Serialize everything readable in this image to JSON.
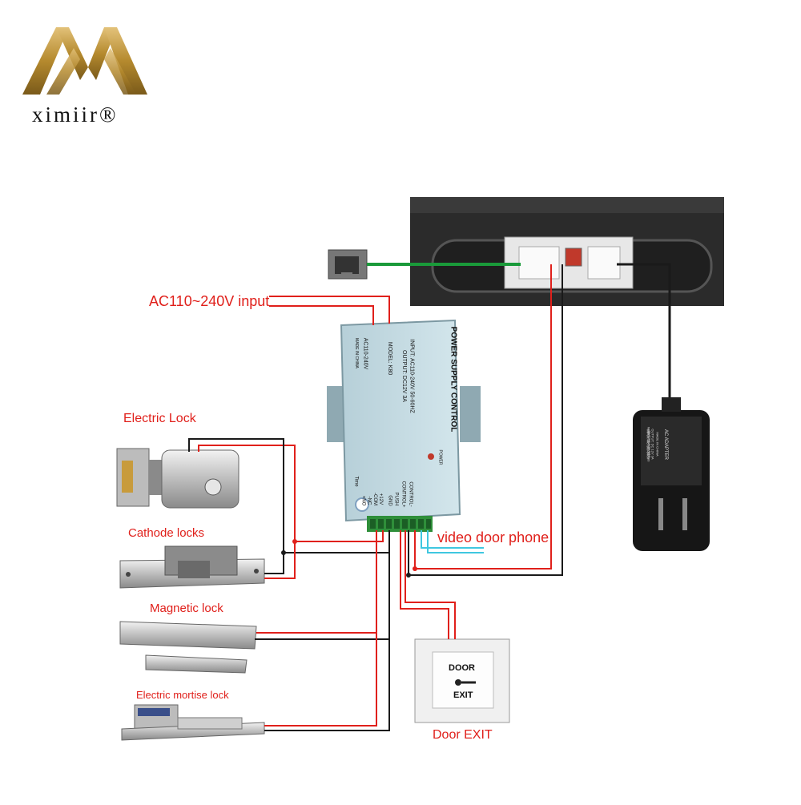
{
  "brand": {
    "name": "ximiir®"
  },
  "labels": {
    "ac_input": "AC110~240V input",
    "electric_lock": "Electric Lock",
    "cathode_locks": "Cathode locks",
    "magnetic_lock": "Magnetic lock",
    "electric_mortise_lock": "Electric mortise lock",
    "video_door_phone": "video door phone",
    "door_exit": "Door EXIT"
  },
  "power_supply": {
    "title": "POWER SUPPLY CONTROL",
    "input": "INPUT: AC110-240V 50-60HZ",
    "output": "OUTPUT: DC12V 3A",
    "model": "MODEL: K80",
    "ac_label": "AC110-240V",
    "made_in": "MADE IN CHINA",
    "power": "POWER",
    "time": "Time",
    "terminals": [
      "+NO",
      "-NC",
      "-COM",
      "+12V",
      "GND",
      "PUSH",
      "CONTROL+",
      "CONTROL-"
    ]
  },
  "exit_button": {
    "top": "DOOR",
    "bottom": "EXIT"
  },
  "adapter": {
    "title": "AC ADAPTER",
    "model": "MODEL:ZD012D120300",
    "input": "INPUT: AC 100-240V",
    "freq": "50-60Hz 0.5A MAX",
    "output": "OUTPUT: DC 12V 3A",
    "made_in": "MADE IN CHINA"
  },
  "colors": {
    "wire_red": "#e0201b",
    "wire_black": "#1a1a1a",
    "wire_green": "#1a9a3a",
    "wire_cyan": "#3fc7e0",
    "brand_gold": "#b58a2e",
    "psu_body": "#c5dce4"
  }
}
